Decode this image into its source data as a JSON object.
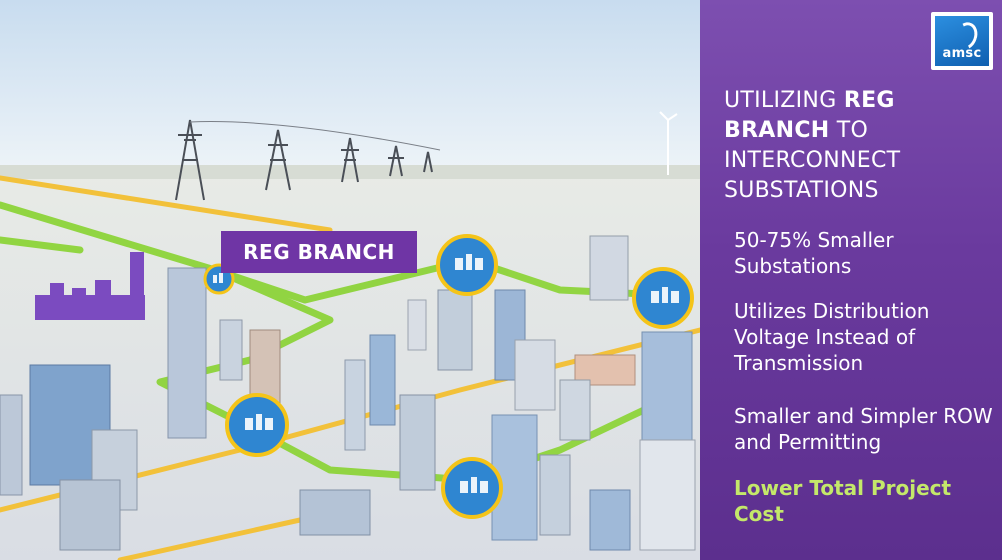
{
  "logo": {
    "text": "amsc"
  },
  "title": {
    "part1": "UTILIZING ",
    "bold1": "REG BRANCH",
    "part2": " TO INTERCONNECT SUBSTATIONS"
  },
  "bullets": [
    "50-75% Smaller Substations",
    "Utilizes Distribution Voltage Instead of Transmission",
    "Smaller and Simpler ROW and Permitting"
  ],
  "highlight": "Lower Total Project Cost",
  "scene": {
    "label": "REG BRANCH"
  },
  "colors": {
    "panel": "#6a3a9e",
    "highlight": "#c4e86a",
    "label_bg": "#6f35a5",
    "cable": "#8dd43a",
    "road": "#f2c13a"
  }
}
